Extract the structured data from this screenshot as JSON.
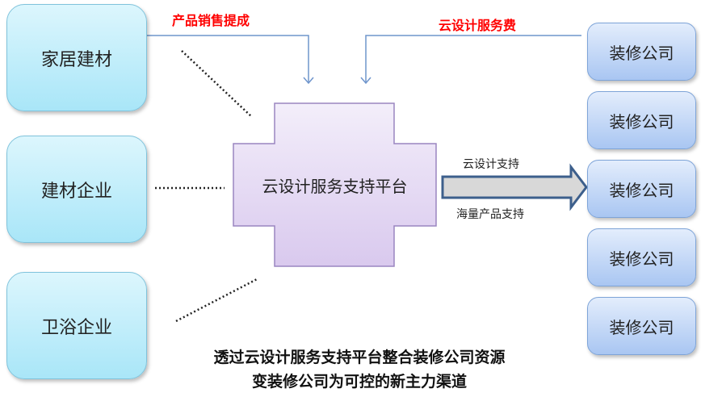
{
  "left_boxes": [
    "家居建材",
    "建材企业",
    "卫浴企业"
  ],
  "right_boxes": [
    "装修公司",
    "装修公司",
    "装修公司",
    "装修公司",
    "装修公司"
  ],
  "center": "云设计服务支持平台",
  "flow_left": "产品销售提成",
  "flow_right": "云设计服务费",
  "arrow_top": "云设计支持",
  "arrow_bottom": "海量产品支持",
  "caption": [
    "透过云设计服务支持平台整合装修公司资源",
    "变装修公司为可控的新主力渠道"
  ]
}
